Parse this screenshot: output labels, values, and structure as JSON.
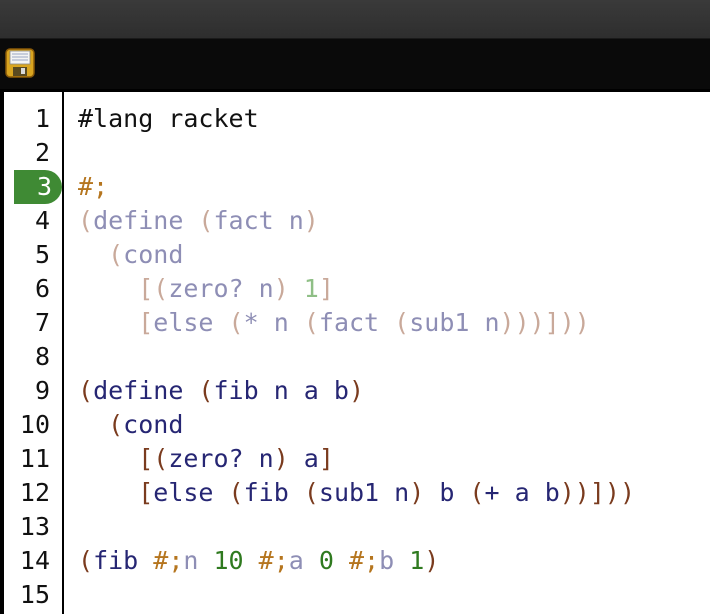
{
  "toolbar": {
    "icon": "save-icon"
  },
  "gutter": {
    "lines": [
      "1",
      "2",
      "3",
      "4",
      "5",
      "6",
      "7",
      "8",
      "9",
      "10",
      "11",
      "12",
      "13",
      "14",
      "15"
    ],
    "current_line": "3",
    "current_color": "#3f8a34"
  },
  "code": {
    "lines": [
      [
        {
          "t": "#lang racket",
          "c": "plain"
        }
      ],
      [],
      [
        {
          "t": "#;",
          "c": "comment-mark"
        }
      ],
      [
        {
          "t": "(",
          "c": "cparen"
        },
        {
          "t": "define ",
          "c": "csym"
        },
        {
          "t": "(",
          "c": "cparen"
        },
        {
          "t": "fact n",
          "c": "csym"
        },
        {
          "t": ")",
          "c": "cparen"
        }
      ],
      [
        {
          "t": "  ",
          "c": "plain"
        },
        {
          "t": "(",
          "c": "cparen"
        },
        {
          "t": "cond",
          "c": "csym"
        }
      ],
      [
        {
          "t": "    ",
          "c": "plain"
        },
        {
          "t": "[(",
          "c": "cparen"
        },
        {
          "t": "zero? n",
          "c": "csym"
        },
        {
          "t": ") ",
          "c": "cparen"
        },
        {
          "t": "1",
          "c": "cnum"
        },
        {
          "t": "]",
          "c": "cparen"
        }
      ],
      [
        {
          "t": "    ",
          "c": "plain"
        },
        {
          "t": "[",
          "c": "cparen"
        },
        {
          "t": "else ",
          "c": "csym"
        },
        {
          "t": "(",
          "c": "cparen"
        },
        {
          "t": "* n ",
          "c": "csym"
        },
        {
          "t": "(",
          "c": "cparen"
        },
        {
          "t": "fact ",
          "c": "csym"
        },
        {
          "t": "(",
          "c": "cparen"
        },
        {
          "t": "sub1 n",
          "c": "csym"
        },
        {
          "t": ")))]))",
          "c": "cparen"
        }
      ],
      [],
      [
        {
          "t": "(",
          "c": "paren"
        },
        {
          "t": "define ",
          "c": "sym"
        },
        {
          "t": "(",
          "c": "paren"
        },
        {
          "t": "fib n a b",
          "c": "sym"
        },
        {
          "t": ")",
          "c": "paren"
        }
      ],
      [
        {
          "t": "  ",
          "c": "plain"
        },
        {
          "t": "(",
          "c": "paren"
        },
        {
          "t": "cond",
          "c": "sym"
        }
      ],
      [
        {
          "t": "    ",
          "c": "plain"
        },
        {
          "t": "[(",
          "c": "paren"
        },
        {
          "t": "zero? n",
          "c": "sym"
        },
        {
          "t": ") ",
          "c": "paren"
        },
        {
          "t": "a",
          "c": "sym"
        },
        {
          "t": "]",
          "c": "paren"
        }
      ],
      [
        {
          "t": "    ",
          "c": "plain"
        },
        {
          "t": "[",
          "c": "paren"
        },
        {
          "t": "else ",
          "c": "sym"
        },
        {
          "t": "(",
          "c": "paren"
        },
        {
          "t": "fib ",
          "c": "sym"
        },
        {
          "t": "(",
          "c": "paren"
        },
        {
          "t": "sub1 n",
          "c": "sym"
        },
        {
          "t": ") ",
          "c": "paren"
        },
        {
          "t": "b ",
          "c": "sym"
        },
        {
          "t": "(",
          "c": "paren"
        },
        {
          "t": "+ a b",
          "c": "sym"
        },
        {
          "t": "))]))",
          "c": "paren"
        }
      ],
      [],
      [
        {
          "t": "(",
          "c": "paren"
        },
        {
          "t": "fib ",
          "c": "sym"
        },
        {
          "t": "#;",
          "c": "comment-mark"
        },
        {
          "t": "n ",
          "c": "csym"
        },
        {
          "t": "10 ",
          "c": "num"
        },
        {
          "t": "#;",
          "c": "comment-mark"
        },
        {
          "t": "a ",
          "c": "csym"
        },
        {
          "t": "0 ",
          "c": "num"
        },
        {
          "t": "#;",
          "c": "comment-mark"
        },
        {
          "t": "b ",
          "c": "csym"
        },
        {
          "t": "1",
          "c": "num"
        },
        {
          "t": ")",
          "c": "paren"
        }
      ],
      []
    ]
  }
}
